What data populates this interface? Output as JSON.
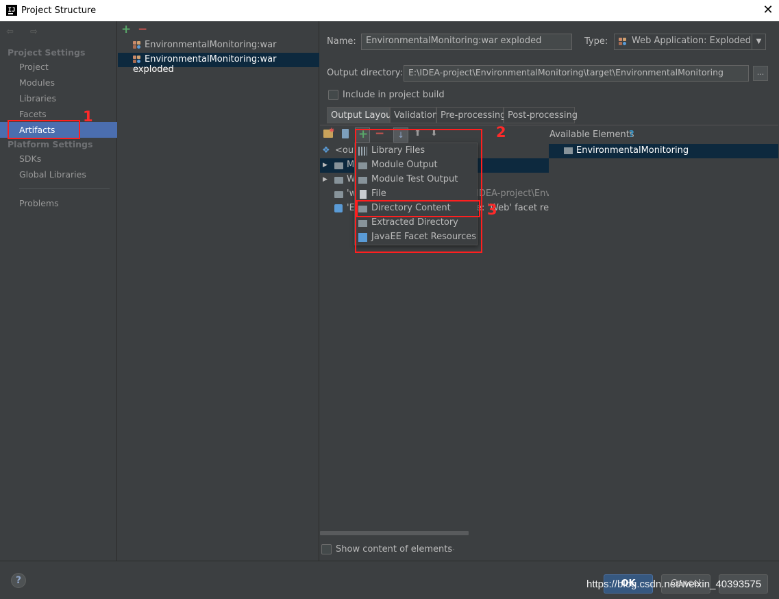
{
  "window": {
    "title": "Project Structure",
    "logo": "IJ",
    "close": "✕"
  },
  "sidebar": {
    "nav": "⇦ ⇨",
    "project_settings": "Project Settings",
    "project_items": [
      "Project",
      "Modules",
      "Libraries",
      "Facets",
      "Artifacts"
    ],
    "platform_settings": "Platform Settings",
    "platform_items": [
      "SDKs",
      "Global Libraries"
    ],
    "problems": "Problems"
  },
  "artifacts": {
    "add": "+",
    "remove": "−",
    "items": [
      "EnvironmentalMonitoring:war",
      "EnvironmentalMonitoring:war exploded"
    ]
  },
  "config": {
    "name_label": "Name:",
    "name_value": "EnvironmentalMonitoring:war exploded",
    "type_label": "Type:",
    "type_value": "Web Application: Exploded",
    "output_dir_label": "Output directory:",
    "output_dir_value": "E:\\IDEA-project\\EnvironmentalMonitoring\\target\\EnvironmentalMonitoring",
    "browse": "...",
    "include_build": "Include in project build"
  },
  "tabs": [
    "Output Layout",
    "Validation",
    "Pre-processing",
    "Post-processing"
  ],
  "layout": {
    "available_elements": "Available Elements",
    "help_q": "?",
    "tree": [
      {
        "text": "<out",
        "tail": ""
      },
      {
        "text": "M",
        "tail": ""
      },
      {
        "text": "W",
        "tail": ""
      },
      {
        "text": "'w",
        "tail": "IDEA-project\\Envir"
      },
      {
        "text": "'E",
        "tail": "e: 'Web' facet res"
      }
    ],
    "available_item": "EnvironmentalMonitoring",
    "show_content": "Show content of elements"
  },
  "popup": {
    "items": [
      "Library Files",
      "Module Output",
      "Module Test Output",
      "File",
      "Directory Content",
      "Extracted Directory",
      "JavaEE Facet Resources"
    ]
  },
  "annotations": {
    "n1": "1",
    "n2": "2",
    "n3": "3"
  },
  "footer": {
    "help": "?",
    "ok": "OK",
    "cancel": "Cancel",
    "apply": ""
  },
  "watermark": "https://blog.csdn.net/weixin_40393575",
  "colors": {
    "accent": "#4b6eaf",
    "selection": "#0d293e",
    "annotation": "#ff1f1f",
    "add": "#59a869",
    "remove": "#c75450"
  }
}
